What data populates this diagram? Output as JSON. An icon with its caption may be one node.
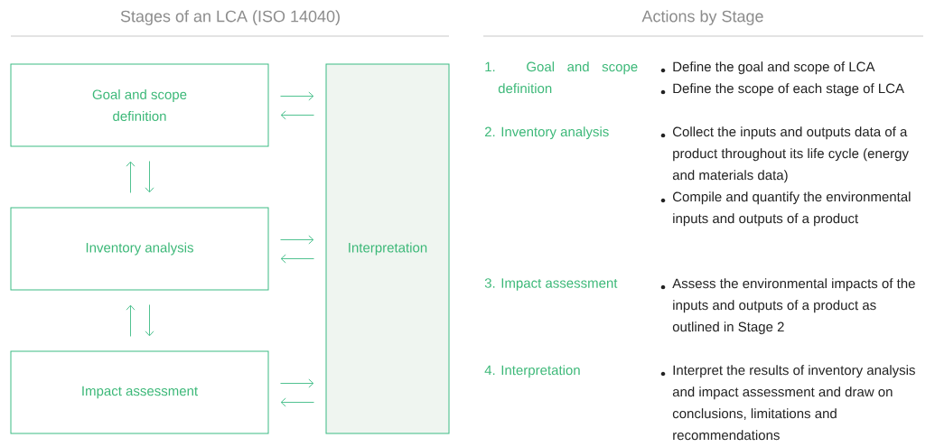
{
  "diagram": {
    "nodes": [
      {
        "text": [
          "Goal and scope definition"
        ]
      },
      {
        "text": [
          "Inventory analysis"
        ]
      },
      {
        "text": [
          "Impact assessment"
        ]
      },
      {
        "text": [
          "Interpretation"
        ]
      }
    ],
    "edges": [
      {
        "from": 0,
        "to": 3,
        "arrow": "to"
      },
      {
        "from": 3,
        "to": 0,
        "arrow": "to"
      },
      {
        "from": 1,
        "to": 0,
        "arrow": "to"
      },
      {
        "from": 0,
        "to": 1,
        "arrow": "to"
      },
      {
        "from": 1,
        "to": 3,
        "arrow": "to"
      },
      {
        "from": 3,
        "to": 1,
        "arrow": "to"
      },
      {
        "from": 2,
        "to": 1,
        "arrow": "to"
      },
      {
        "from": 1,
        "to": 2,
        "arrow": "to"
      },
      {
        "from": 2,
        "to": 3,
        "arrow": "to"
      },
      {
        "from": 3,
        "to": 2,
        "arrow": "to"
      }
    ],
    "labels": [
      "Stages of an LCA (ISO 14040)",
      "Actions by Stage",
      "1. Goal and scope definition",
      "Define the goal and scope of LCA",
      "Define the scope of each stage of LCA",
      "2. Inventory analysis",
      "Collect the inputs and outputs data of a product throughout its life cycle (energy and materials data)",
      "Compile and quantify the environmental inputs and outputs of a product",
      "3. Impact assessment",
      "Assess the environmental impacts of the inputs and outputs of a product as outlined in Stage 2",
      "4. Interpretation",
      "Interpret the results of inventory analysis and impact assessment and draw on conclusions, limitations and recommendations"
    ]
  }
}
